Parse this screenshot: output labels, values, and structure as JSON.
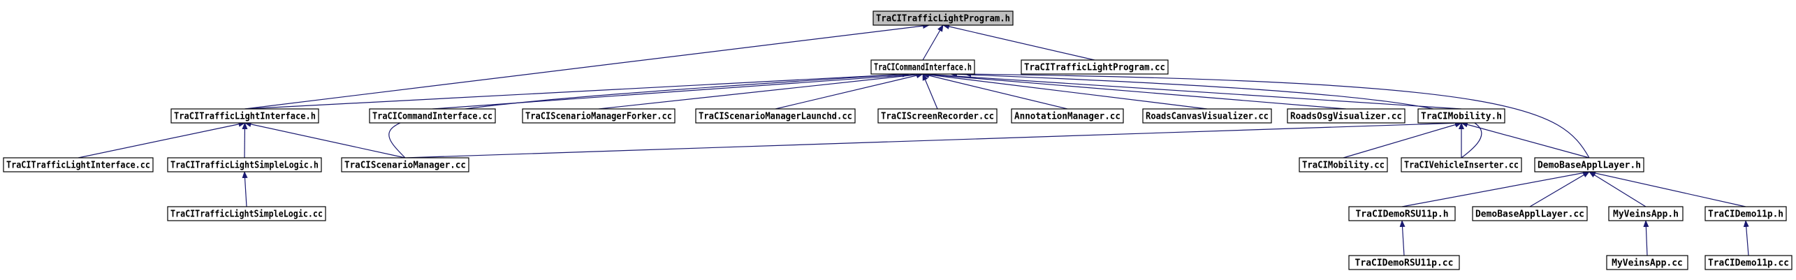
{
  "diagram": {
    "nodes": [
      {
        "id": "tlp_h",
        "label": "TraCITrafficLightProgram.h",
        "root": true
      },
      {
        "id": "cmd_h",
        "label": "TraCICommandInterface.h"
      },
      {
        "id": "tlp_cc",
        "label": "TraCITrafficLightProgram.cc"
      },
      {
        "id": "tli_h",
        "label": "TraCITrafficLightInterface.h"
      },
      {
        "id": "cmd_cc",
        "label": "TraCICommandInterface.cc"
      },
      {
        "id": "smf_cc",
        "label": "TraCIScenarioManagerForker.cc"
      },
      {
        "id": "sml_cc",
        "label": "TraCIScenarioManagerLaunchd.cc"
      },
      {
        "id": "scr_cc",
        "label": "TraCIScreenRecorder.cc"
      },
      {
        "id": "ann_cc",
        "label": "AnnotationManager.cc"
      },
      {
        "id": "rcv_cc",
        "label": "RoadsCanvasVisualizer.cc"
      },
      {
        "id": "rov_cc",
        "label": "RoadsOsgVisualizer.cc"
      },
      {
        "id": "mob_h",
        "label": "TraCIMobility.h"
      },
      {
        "id": "tli_cc",
        "label": "TraCITrafficLightInterface.cc"
      },
      {
        "id": "tsl_h",
        "label": "TraCITrafficLightSimpleLogic.h"
      },
      {
        "id": "sm_cc",
        "label": "TraCIScenarioManager.cc"
      },
      {
        "id": "mob_cc",
        "label": "TraCIMobility.cc"
      },
      {
        "id": "vi_cc",
        "label": "TraCIVehicleInserter.cc"
      },
      {
        "id": "dbal_h",
        "label": "DemoBaseApplLayer.h"
      },
      {
        "id": "tsl_cc",
        "label": "TraCITrafficLightSimpleLogic.cc"
      },
      {
        "id": "rsu_h",
        "label": "TraCIDemoRSU11p.h"
      },
      {
        "id": "dbal_cc",
        "label": "DemoBaseApplLayer.cc"
      },
      {
        "id": "mva_h",
        "label": "MyVeinsApp.h"
      },
      {
        "id": "d11_h",
        "label": "TraCIDemo11p.h"
      },
      {
        "id": "rsu_cc",
        "label": "TraCIDemoRSU11p.cc"
      },
      {
        "id": "mva_cc",
        "label": "MyVeinsApp.cc"
      },
      {
        "id": "d11_cc",
        "label": "TraCIDemo11p.cc"
      }
    ],
    "edges": [
      [
        "cmd_h",
        "tlp_h"
      ],
      [
        "tlp_cc",
        "tlp_h"
      ],
      [
        "tli_h",
        "tlp_h"
      ],
      [
        "tli_h",
        "cmd_h"
      ],
      [
        "cmd_cc",
        "cmd_h"
      ],
      [
        "smf_cc",
        "cmd_h"
      ],
      [
        "sml_cc",
        "cmd_h"
      ],
      [
        "scr_cc",
        "cmd_h"
      ],
      [
        "ann_cc",
        "cmd_h"
      ],
      [
        "rcv_cc",
        "cmd_h"
      ],
      [
        "rov_cc",
        "cmd_h"
      ],
      [
        "mob_h",
        "cmd_h"
      ],
      [
        "sm_cc",
        "cmd_h"
      ],
      [
        "vi_cc",
        "cmd_h"
      ],
      [
        "dbal_h",
        "cmd_h"
      ],
      [
        "tli_cc",
        "tli_h"
      ],
      [
        "tsl_h",
        "tli_h"
      ],
      [
        "sm_cc",
        "tli_h"
      ],
      [
        "tsl_cc",
        "tsl_h"
      ],
      [
        "sm_cc",
        "mob_h"
      ],
      [
        "mob_cc",
        "mob_h"
      ],
      [
        "vi_cc",
        "mob_h"
      ],
      [
        "dbal_h",
        "mob_h"
      ],
      [
        "rsu_h",
        "dbal_h"
      ],
      [
        "dbal_cc",
        "dbal_h"
      ],
      [
        "mva_h",
        "dbal_h"
      ],
      [
        "d11_h",
        "dbal_h"
      ],
      [
        "rsu_cc",
        "rsu_h"
      ],
      [
        "mva_cc",
        "mva_h"
      ],
      [
        "d11_cc",
        "d11_h"
      ]
    ]
  }
}
